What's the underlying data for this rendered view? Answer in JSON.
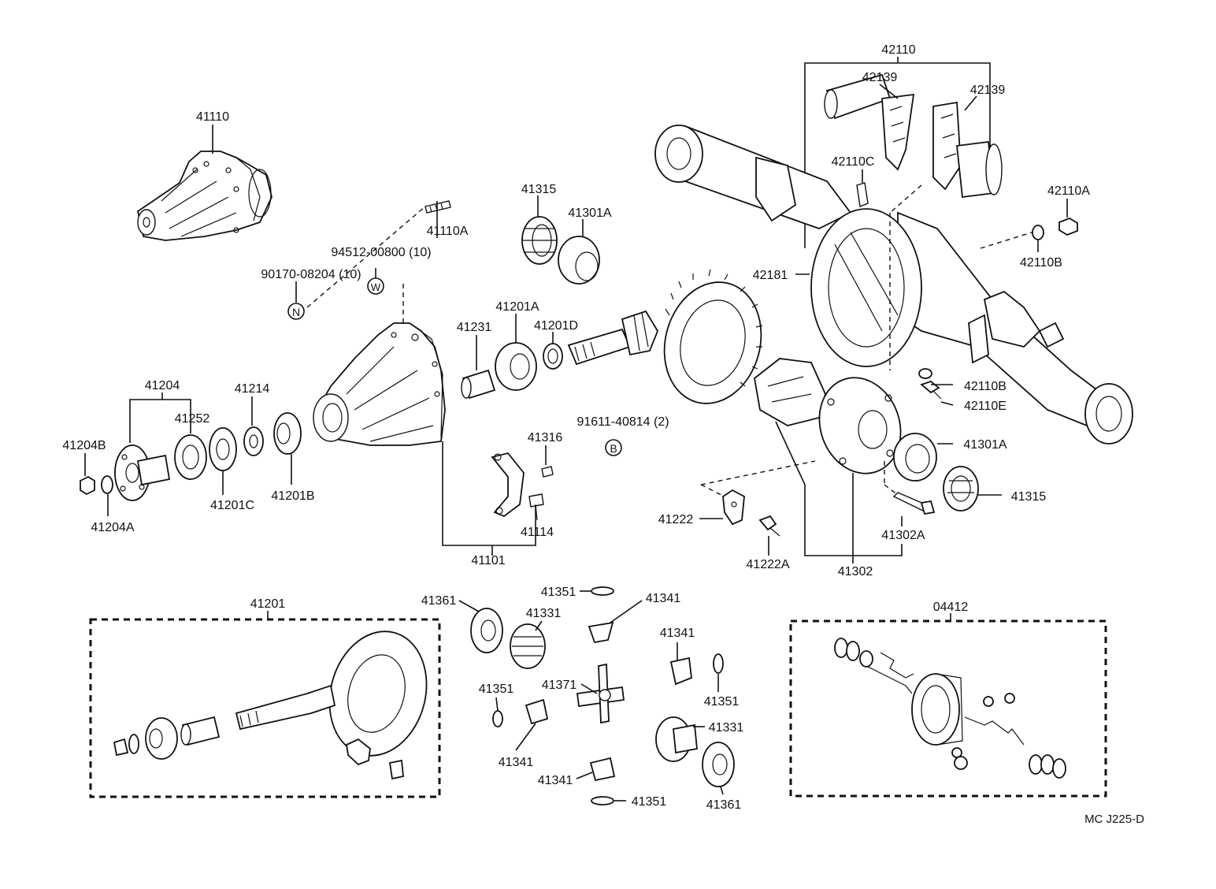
{
  "labels": {
    "p41110": "41110",
    "p41110A": "41110A",
    "p94512": "94512-00800 (10)",
    "p90170": "90170-08204 (10)",
    "p41315_top": "41315",
    "p41301A_top": "41301A",
    "p41201A": "41201A",
    "p41231": "41231",
    "p41201D": "41201D",
    "p42110": "42110",
    "p42139_l": "42139",
    "p42139_r": "42139",
    "p42110C": "42110C",
    "p42110A": "42110A",
    "p42110B_top": "42110B",
    "p42181": "42181",
    "p42110B_mid": "42110B",
    "p42110E": "42110E",
    "p41204": "41204",
    "p41214": "41214",
    "p41252": "41252",
    "p41204B": "41204B",
    "p41204A": "41204A",
    "p41201C": "41201C",
    "p41201B": "41201B",
    "p91611": "91611-40814 (2)",
    "p41316": "41316",
    "p41114": "41114",
    "p41101": "41101",
    "p41301A_mid": "41301A",
    "p41315_mid": "41315",
    "p41222": "41222",
    "p41302A": "41302A",
    "p41222A": "41222A",
    "p41302": "41302",
    "p41201": "41201",
    "p41351_a": "41351",
    "p41361_l": "41361",
    "p41341_a": "41341",
    "p41331_l": "41331",
    "p41341_b": "41341",
    "p41371": "41371",
    "p41351_b": "41351",
    "p41351_c": "41351",
    "p41341_c": "41341",
    "p41331_r": "41331",
    "p41341_d": "41341",
    "p41351_d": "41351",
    "p41361_r": "41361",
    "p04412": "04412",
    "code": "MC J225-D"
  },
  "symbols": {
    "n": "N",
    "w": "W",
    "b": "B"
  }
}
